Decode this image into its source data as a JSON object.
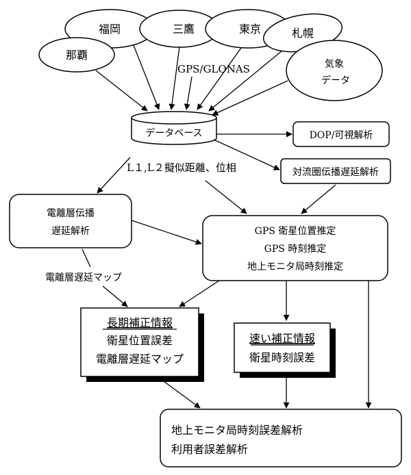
{
  "sources": [
    "福岡",
    "三鷹",
    "東京",
    "札幌",
    "那覇"
  ],
  "weather": {
    "line1": "気象",
    "line2": "データ"
  },
  "gps_label": "GPS/GLONAS",
  "database": "データベース",
  "dop": "DOP/可視解析",
  "tropo": "対流圏伝播遅延解析",
  "observables": "L１,L２擬似距離、位相",
  "iono": {
    "line1": "電離層伝播",
    "line2": "遅延解析"
  },
  "iono_map_label": "電離層遅延マップ",
  "estimation": {
    "line1": "GPS 衛星位置推定",
    "line2": "GPS 時刻推定",
    "line3": "地上モニタ局時刻推定"
  },
  "long_term": {
    "title": "長期補正情報",
    "line1": "衛星位置誤差",
    "line2": "電離層遅延マップ"
  },
  "fast": {
    "title": "速い補正情報",
    "line1": "衛星時刻誤差"
  },
  "final": {
    "line1": "地上モニタ局時刻誤差解析",
    "line2": "利用者誤差解析"
  }
}
